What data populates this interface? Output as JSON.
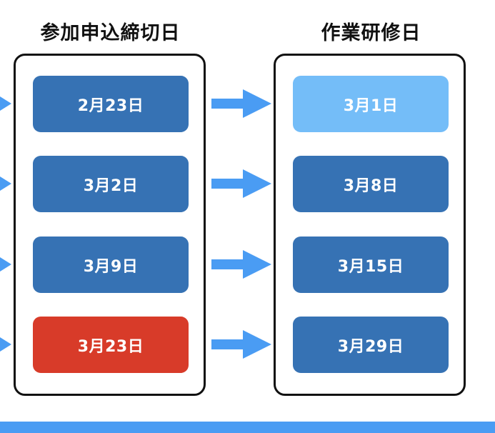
{
  "headers": {
    "left": "参加申込締切日",
    "right": "作業研修日"
  },
  "deadlines": [
    "2月23日",
    "3月2日",
    "3月9日",
    "3月23日"
  ],
  "training_days": [
    "3月1日",
    "3月8日",
    "3月15日",
    "3月29日"
  ],
  "colors": {
    "box_default": "#3672b4",
    "box_highlight_light": "#74bdf8",
    "box_highlight_red": "#d83b29",
    "arrow": "#4a9cf3",
    "bottom_bar": "#4a9cf3",
    "border": "#111111"
  },
  "highlights": {
    "deadline_red_index": 3,
    "training_light_index": 0
  }
}
